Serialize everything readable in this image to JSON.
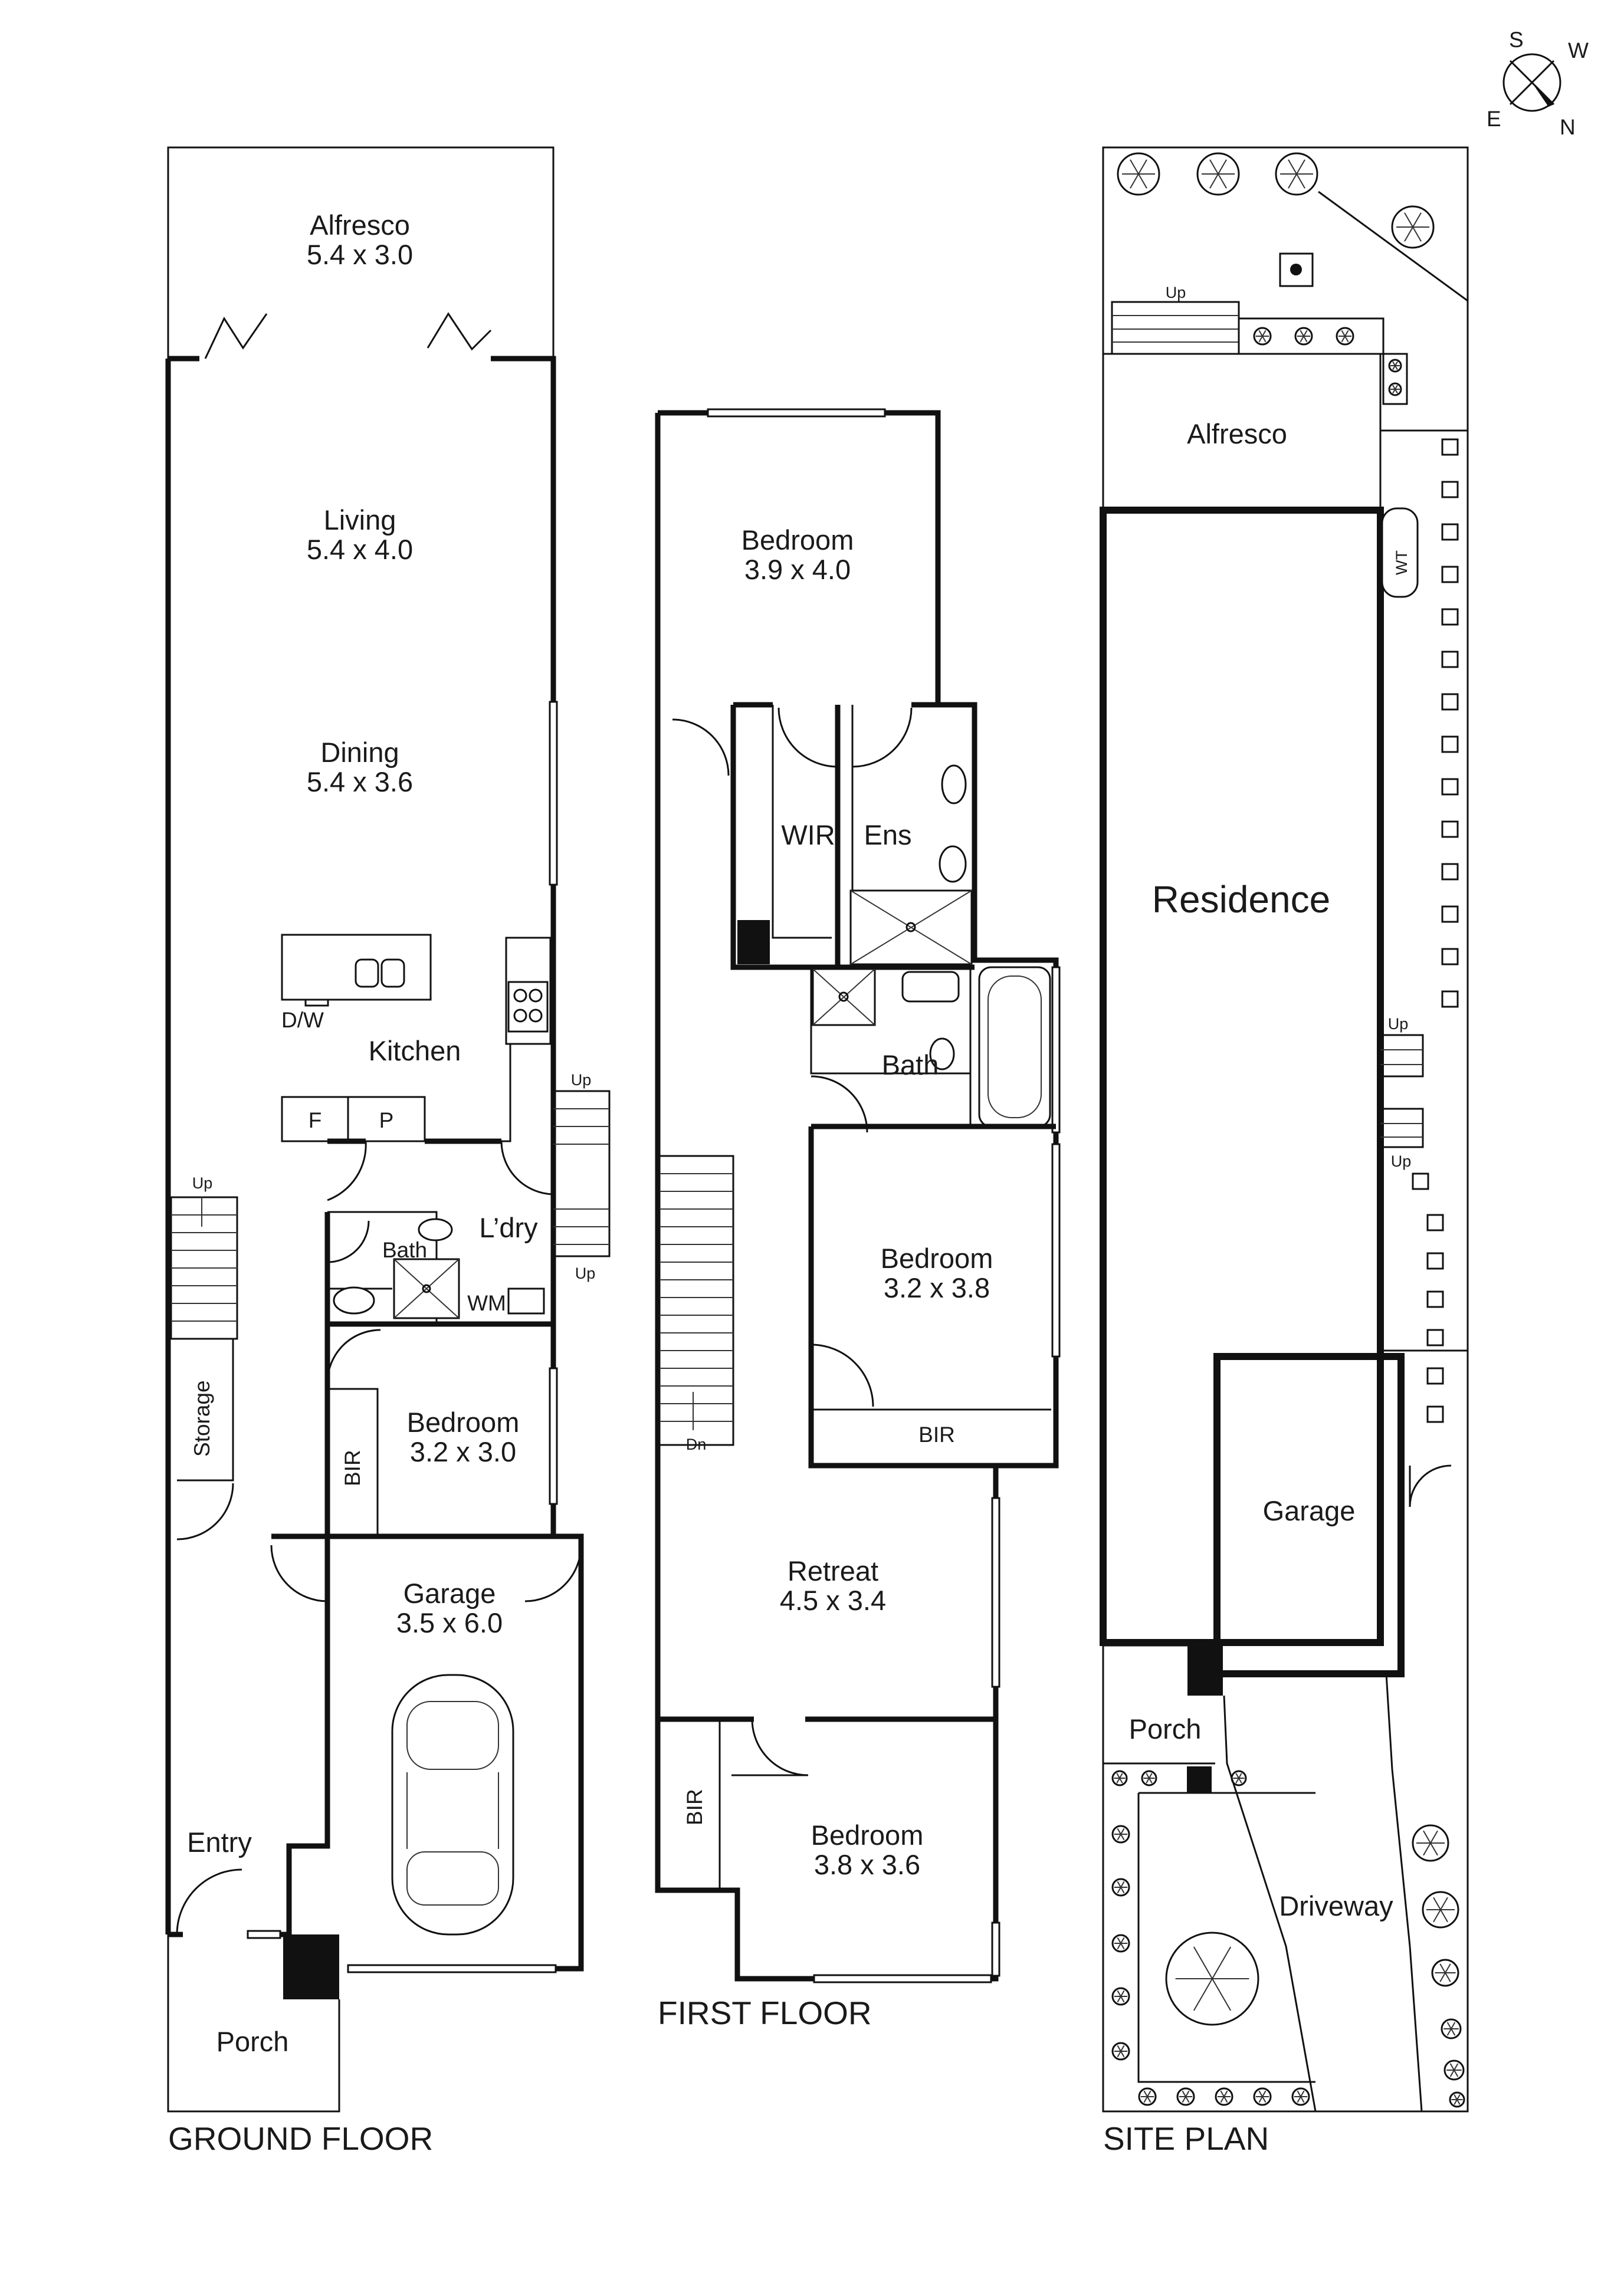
{
  "compass": {
    "s": "S",
    "w": "W",
    "e": "E",
    "n": "N"
  },
  "ground_floor": {
    "caption": "GROUND FLOOR",
    "alfresco": {
      "name": "Alfresco",
      "dims": "5.4 x 3.0"
    },
    "living": {
      "name": "Living",
      "dims": "5.4 x 4.0"
    },
    "dining": {
      "name": "Dining",
      "dims": "5.4 x 3.6"
    },
    "kitchen": {
      "name": "Kitchen",
      "dishwasher": "D/W",
      "fridge": "F",
      "pantry": "P"
    },
    "laundry": {
      "name": "L’dry",
      "washing_machine": "WM"
    },
    "bath": {
      "name": "Bath"
    },
    "bedroom": {
      "name": "Bedroom",
      "dims": "3.2 x 3.0",
      "robe": "BIR"
    },
    "garage": {
      "name": "Garage",
      "dims": "3.5 x 6.0"
    },
    "storage": "Storage",
    "entry": "Entry",
    "porch": "Porch",
    "stair_up_main": "Up",
    "stair_up_a": "Up",
    "stair_up_b": "Up"
  },
  "first_floor": {
    "caption": "FIRST FLOOR",
    "bedroom1": {
      "name": "Bedroom",
      "dims": "3.9 x 4.0"
    },
    "wir": "WIR",
    "ensuite": "Ens",
    "bath": "Bath",
    "bedroom2": {
      "name": "Bedroom",
      "dims": "3.2 x 3.8",
      "robe": "BIR"
    },
    "retreat": {
      "name": "Retreat",
      "dims": "4.5 x 3.4"
    },
    "bedroom3": {
      "name": "Bedroom",
      "dims": "3.8 x 3.6",
      "robe": "BIR"
    },
    "stair_down": "Dn"
  },
  "site_plan": {
    "caption": "SITE PLAN",
    "alfresco": "Alfresco",
    "residence": "Residence",
    "garage": "Garage",
    "porch": "Porch",
    "driveway": "Driveway",
    "water_tank": "WT",
    "up_1": "Up",
    "up_2": "Up",
    "up_3": "Up"
  }
}
